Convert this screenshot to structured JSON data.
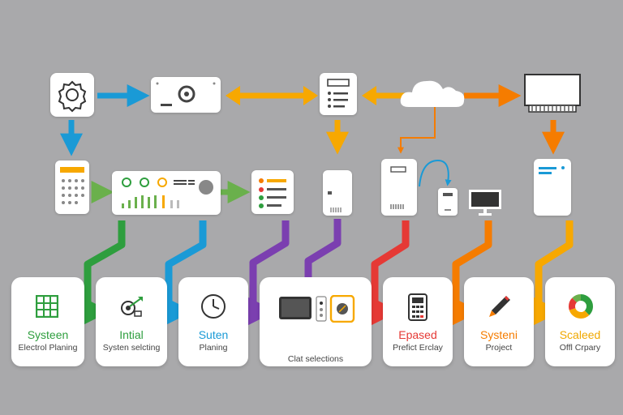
{
  "cards": [
    {
      "title": "Systeen",
      "subtitle": "Electrol Planing",
      "title_color": "#2e9e3e",
      "icon": "spreadsheet-icon"
    },
    {
      "title": "Intial",
      "subtitle": "Systen selcting",
      "title_color": "#2e9e3e",
      "icon": "gauge-settings-icon"
    },
    {
      "title": "Suten",
      "subtitle": "Planing",
      "title_color": "#1a9ad6",
      "icon": "clock-icon"
    },
    {
      "title": "",
      "subtitle": "Clat selections",
      "title_color": "#333333",
      "icon": "devices-icon"
    },
    {
      "title": "Epased",
      "subtitle": "Prefict Erclay",
      "title_color": "#e53935",
      "icon": "calculator-icon"
    },
    {
      "title": "Systeni",
      "subtitle": "Project",
      "title_color": "#f57c00",
      "icon": "pen-icon"
    },
    {
      "title": "Scaleed",
      "subtitle": "Offl Crpary",
      "title_color": "#f0a800",
      "icon": "pie-chart-icon"
    }
  ],
  "colors": {
    "blue": "#1a9ad6",
    "green": "#2e9e3e",
    "purple": "#7b3fb0",
    "red": "#e53935",
    "orange": "#f57c00",
    "yellow": "#f7a800"
  }
}
